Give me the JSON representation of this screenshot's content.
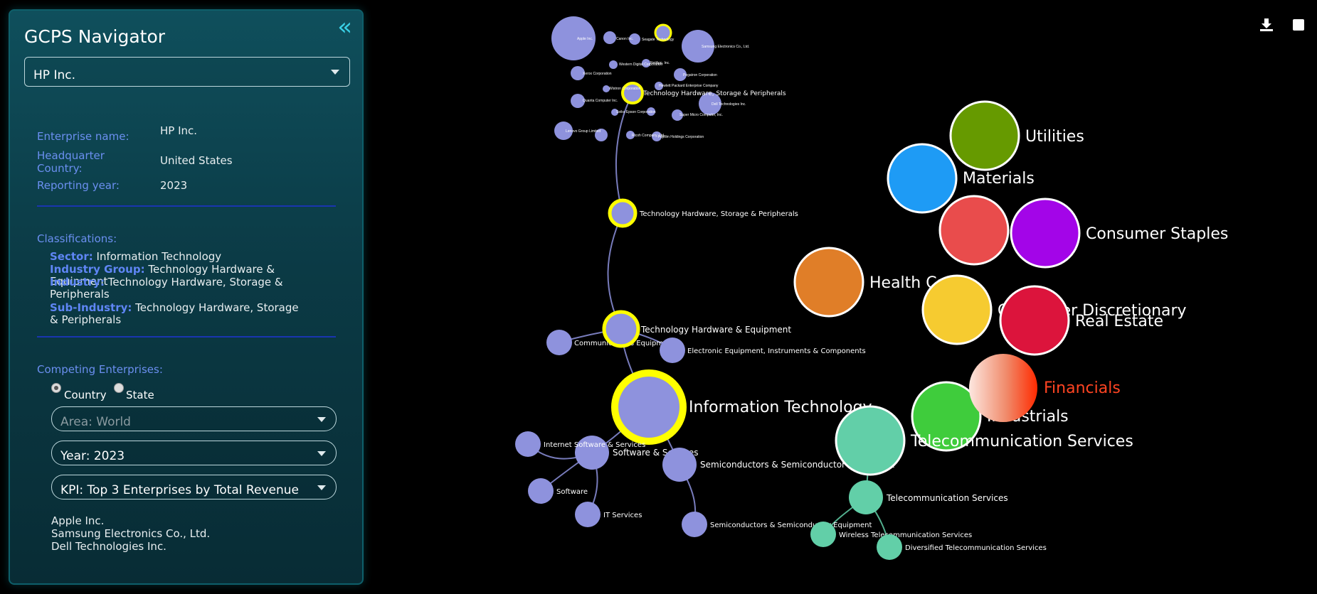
{
  "app": {
    "title": "GCPS Navigator"
  },
  "enterprise_select": {
    "value": "HP Inc."
  },
  "info": {
    "enterprise_label": "Enterprise name:",
    "enterprise_value": "HP Inc.",
    "hq_label_1": "Headquarter",
    "hq_label_2": "Country:",
    "hq_value": "United States",
    "year_label": "Reporting year:",
    "year_value": "2023"
  },
  "classifications": {
    "heading": "Classifications:",
    "sector_key": "Sector:",
    "sector_value": " Information Technology",
    "group_key": "Industry Group:",
    "group_value": " Technology Hardware & Equipment",
    "industry_key": "Industry:",
    "industry_value": " Technology Hardware, Storage & Peripherals",
    "sub_key": "Sub-Industry:",
    "sub_value": " Technology Hardware, Storage & Peripherals"
  },
  "competing": {
    "heading": "Competing Enterprises:",
    "radio_country": "Country",
    "radio_state": "State",
    "area_placeholder": "Area: World",
    "year_select": "Year: 2023",
    "kpi_select": "KPI: Top 3 Enterprises by Total Revenue",
    "list": [
      "Apple Inc.",
      "Samsung Electronics Co., Ltd.",
      "Dell Technologies Inc."
    ]
  },
  "toolbar": {
    "download_icon": "download-icon",
    "square_icon": "square-icon"
  },
  "colors": {
    "it_node": "#8e92dd",
    "highlight": "#ffff00",
    "telecom": "#62cfa8",
    "utilities": "#669a00",
    "materials": "#1e9bf5",
    "consumer_staples_red": "#e94c4c",
    "consumer_staples": "#a305e8",
    "health_care": "#e07e28",
    "consumer_discretionary": "#f6cb30",
    "real_estate": "#dc143c",
    "financials": "#ff4422",
    "industrials": "#3fcc3c"
  },
  "graph": {
    "sectors": [
      "Utilities",
      "Materials",
      "Consumer Staples",
      "Health Care",
      "Consumer Discretionary",
      "Real Estate",
      "Financials",
      "Industrials",
      "Telecommunication Services",
      "Information Technology"
    ],
    "it_groups": [
      "Technology Hardware & Equipment",
      "Software & Services",
      "Semiconductors & Semiconductor Equipment"
    ],
    "industries": [
      "Technology Hardware, Storage & Peripherals",
      "Communications Equipment",
      "Electronic Equipment, Instruments & Components",
      "Internet Software & Services",
      "Software",
      "IT Services",
      "Semiconductors & Semiconductor Equipment",
      "Telecommunication Services",
      "Wireless Telecommunication Services",
      "Diversified Telecommunication Services"
    ],
    "subindustry": "Technology Hardware, Storage & Peripherals",
    "companies": [
      "Apple Inc.",
      "Samsung Electronics Co., Ltd.",
      "Dell Technologies Inc.",
      "Lenovo Group Limited",
      "Canon Inc.",
      "Xerox Corporation",
      "Seagate Technology",
      "Western Digital Corporation",
      "NetApp, Inc.",
      "Quanta Computer Inc.",
      "Pegatron Corporation",
      "Wistron Corporation",
      "Seiko Epson Corporation",
      "Hewlett Packard Enterprise Company",
      "Super Micro Computer, Inc.",
      "Fujifilm Holdings Corporation",
      "Ricoh Company, Ltd."
    ]
  }
}
